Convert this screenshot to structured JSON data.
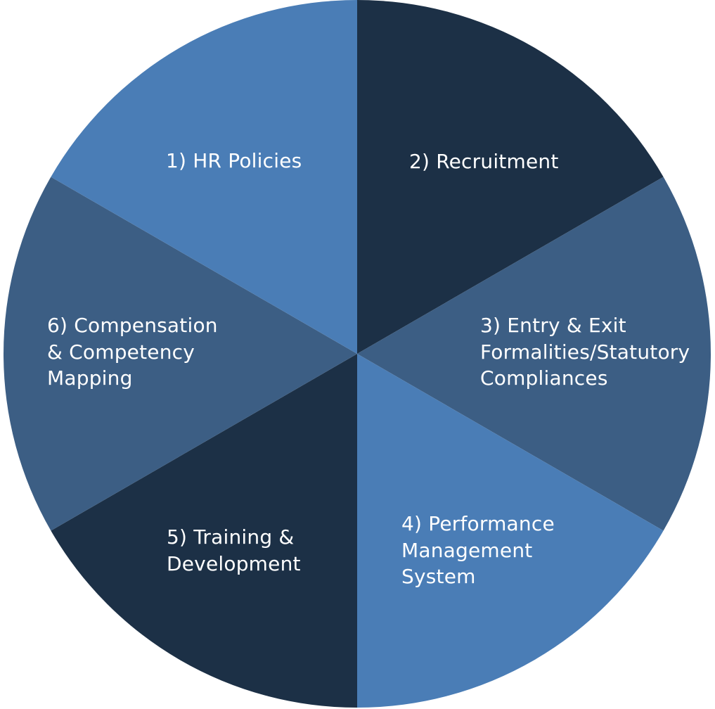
{
  "segments": [
    {
      "id": "hr-policies",
      "lines": [
        "1) HR Policies"
      ],
      "color": "#1c3046"
    },
    {
      "id": "recruitment",
      "lines": [
        "2) Recruitment"
      ],
      "color": "#3c5e84"
    },
    {
      "id": "entry-exit",
      "lines": [
        "3) Entry & Exit",
        "Formalities/Statutory",
        "Compliances"
      ],
      "color": "#4a7db6"
    },
    {
      "id": "performance",
      "lines": [
        "4) Performance",
        "Management",
        "System"
      ],
      "color": "#1c3046"
    },
    {
      "id": "training",
      "lines": [
        "5) Training &",
        "Development"
      ],
      "color": "#3c5e84"
    },
    {
      "id": "compensation",
      "lines": [
        "6) Compensation",
        "& Competency",
        "Mapping"
      ],
      "color": "#4a7db6"
    }
  ]
}
